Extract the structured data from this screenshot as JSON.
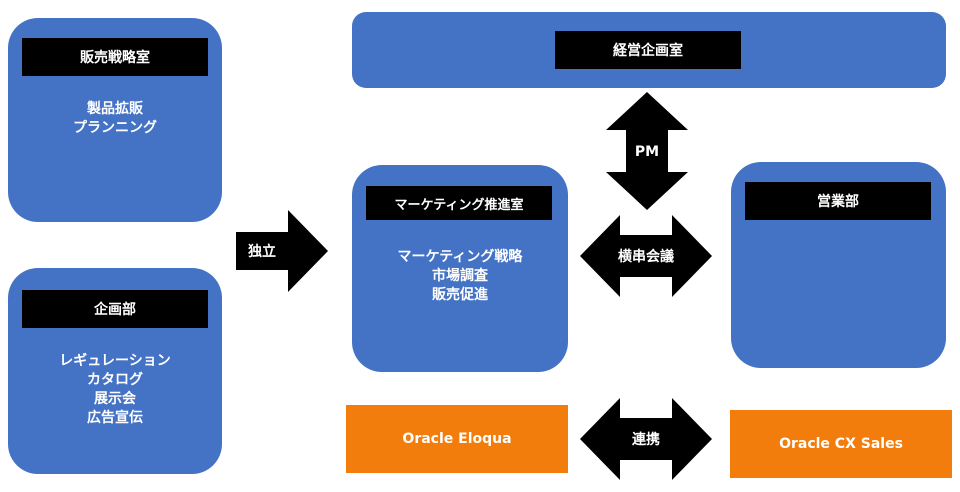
{
  "boxes": {
    "sales_strategy": {
      "label": "販売戦略室",
      "lines": [
        "製品拡販",
        "プランニング"
      ]
    },
    "planning": {
      "label": "企画部",
      "lines": [
        "レギュレーション",
        "カタログ",
        "展示会",
        "広告宣伝"
      ]
    },
    "corporate_planning": {
      "label": "経営企画室"
    },
    "marketing": {
      "label": "マーケティング推進室",
      "lines": [
        "マーケティング戦略",
        "市場調査",
        "販売促進"
      ]
    },
    "sales": {
      "label": "営業部"
    }
  },
  "arrows": {
    "independent": "独立",
    "pm": "PM",
    "horizontal": "横串会議",
    "integration": "連携"
  },
  "systems": {
    "eloqua": "Oracle Eloqua",
    "cx_sales": "Oracle CX Sales"
  },
  "colors": {
    "box": "#4472C4",
    "label": "#000000",
    "system": "#F27C0C"
  }
}
